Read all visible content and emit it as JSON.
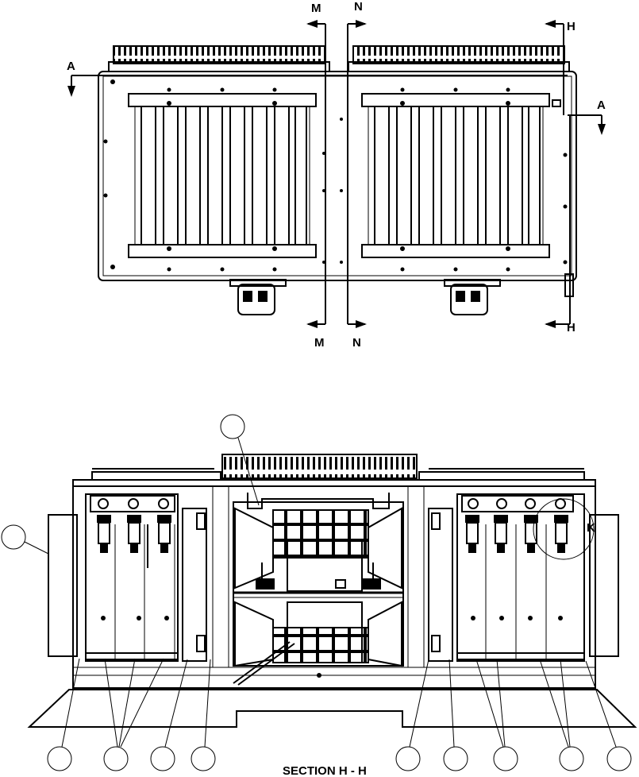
{
  "top_view": {
    "section_labels": {
      "m_top": "M",
      "n_top": "N",
      "h_top": "H",
      "m_bottom": "M",
      "n_bottom": "N",
      "h_bottom": "H",
      "a_left": "A",
      "a_right": "A"
    }
  },
  "section_view": {
    "title": "SECTION H - H",
    "detail_label": "K"
  }
}
